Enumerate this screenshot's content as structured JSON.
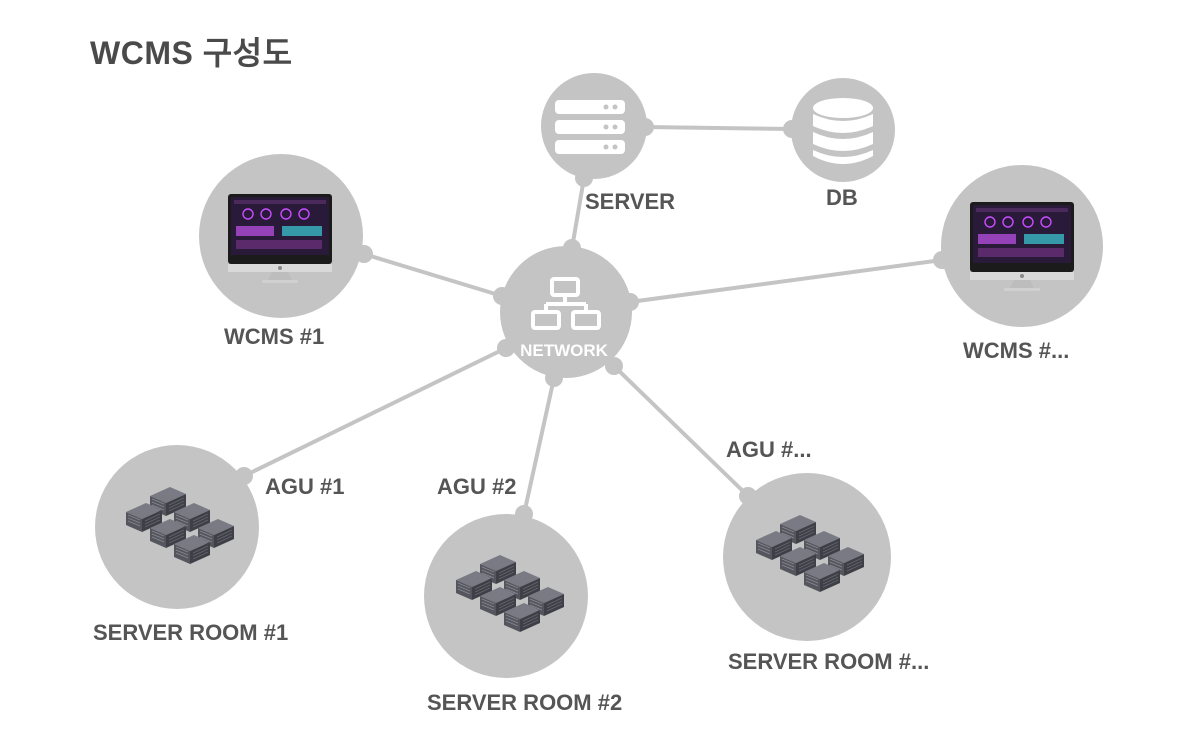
{
  "title": "WCMS 구성도",
  "colors": {
    "node_fill": "#c4c4c4",
    "line": "#c4c4c4",
    "label": "#555555",
    "icon_white": "#ffffff",
    "monitor_screen": "#2a1a3a",
    "monitor_accent": "#c84cff"
  },
  "nodes": {
    "network": {
      "label": "NETWORK",
      "icon": "network-icon"
    },
    "server": {
      "label": "SERVER",
      "icon": "server-stack-icon"
    },
    "db": {
      "label": "DB",
      "icon": "database-icon"
    },
    "wcms1": {
      "label": "WCMS #1",
      "icon": "monitor-icon"
    },
    "wcmsn": {
      "label": "WCMS #...",
      "icon": "monitor-icon"
    },
    "room1": {
      "label": "SERVER ROOM #1",
      "icon": "server-racks-icon"
    },
    "room2": {
      "label": "SERVER ROOM #2",
      "icon": "server-racks-icon"
    },
    "roomn": {
      "label": "SERVER ROOM #...",
      "icon": "server-racks-icon"
    }
  },
  "links": {
    "agu1": "AGU #1",
    "agu2": "AGU #2",
    "agun": "AGU #..."
  }
}
